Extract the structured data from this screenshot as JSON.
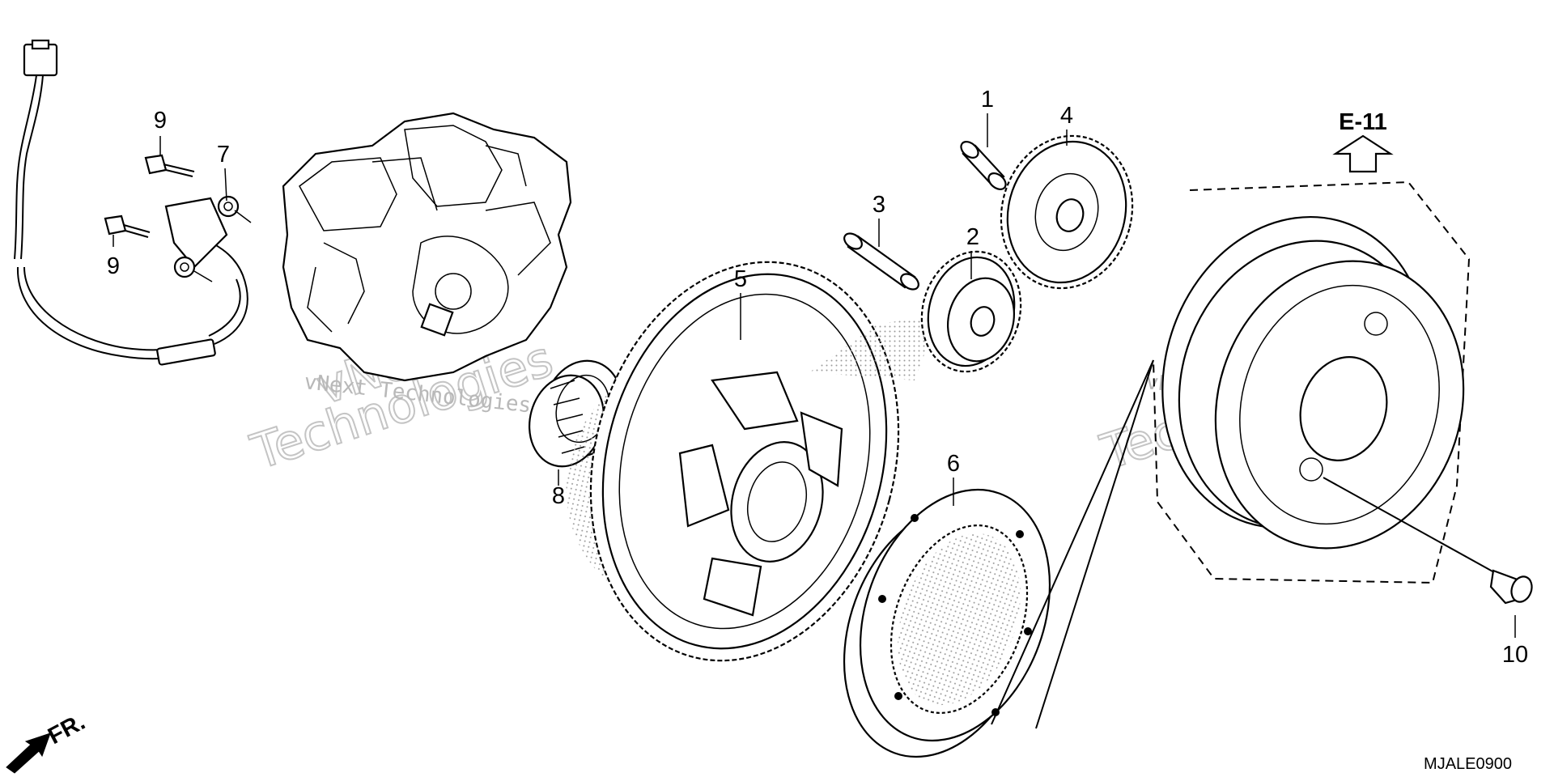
{
  "diagram": {
    "reference_label": "E-11",
    "diagram_code": "MJALE0900",
    "front_indicator": "FR.",
    "watermark_text": "vNext Technologies",
    "watermark_line1": "vNext",
    "watermark_line2": "Technologies",
    "callouts": [
      {
        "id": "c1",
        "label": "1"
      },
      {
        "id": "c2",
        "label": "2"
      },
      {
        "id": "c3",
        "label": "3"
      },
      {
        "id": "c4",
        "label": "4"
      },
      {
        "id": "c5",
        "label": "5"
      },
      {
        "id": "c6",
        "label": "6"
      },
      {
        "id": "c7",
        "label": "7"
      },
      {
        "id": "c8",
        "label": "8"
      },
      {
        "id": "c9a",
        "label": "9"
      },
      {
        "id": "c9b",
        "label": "9"
      },
      {
        "id": "c10",
        "label": "10"
      }
    ]
  }
}
